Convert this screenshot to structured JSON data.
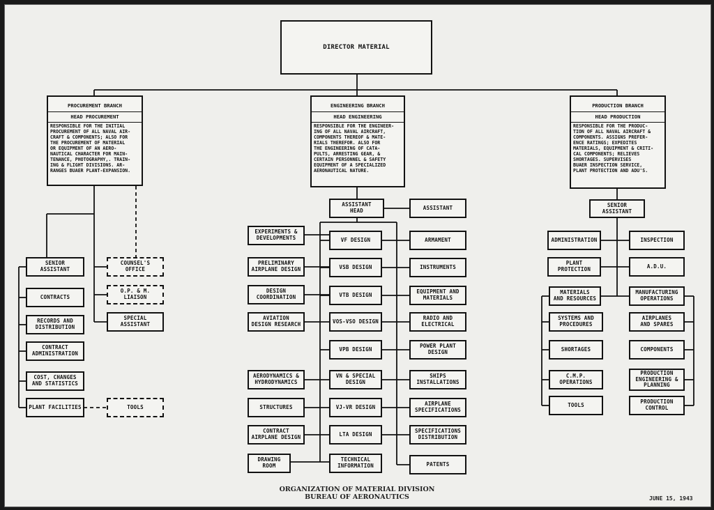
{
  "director": "DIRECTOR MATERIAL",
  "procurement": {
    "title": "PROCUREMENT BRANCH",
    "head": "HEAD PROCUREMENT",
    "description": "RESPONSIBLE FOR THE INITIAL\nPROCUREMENT OF ALL NAVAL AIR-\nCRAFT & COMPONENTS; ALSO FOR\nTHE PROCUREMENT OF MATERIAL\nOR EQUIPMENT OF AN AERO-\nNAUTICAL CHARACTER FOR MAIN-\nTENANCE, PHOTOGRAPHY,. TRAIN-\nING & FLIGHT DIVISIONS. AR-\nRANGES BUAER PLANT-EXPANSION.",
    "left_column": [
      "SENIOR\nASSISTANT",
      "CONTRACTS",
      "RECORDS AND\nDISTRIBUTION",
      "CONTRACT\nADMINISTRATION",
      "COST, CHANGES\nAND STATISTICS",
      "PLANT FACILITIES"
    ],
    "right_column": [
      "COUNSEL'S\nOFFICE",
      "O.P. & M.\nLIAISON",
      "SPECIAL\nASSISTANT"
    ],
    "tools": "TOOLS"
  },
  "engineering": {
    "title": "ENGINEERING BRANCH",
    "head": "HEAD ENGINEERING",
    "description": "RESPONSIBLE FOR THE ENGINEER-\nING OF ALL NAVAL AIRCRAFT,\nCOMPONENTS THEREOF & MATE-\nRIALS THEREFOR. ALSO FOR\nTHE ENGINEERING OF CATA-\nPULTS, ARRESTING GEAR, &\nCERTAIN PERSONNEL & SAFETY\nEQUIPMENT OF A SPECIALIZED\nAERONAUTICAL NATURE.",
    "assistant_head": "ASSISTANT\nHEAD",
    "assistant": "ASSISTANT",
    "left_column": [
      "EXPERIMENTS &\nDEVELOPMENTS",
      "PRELIMINARY\nAIRPLANE DESIGN",
      "DESIGN\nCOORDINATION",
      "AVIATION\nDESIGN RESEARCH",
      "AERODYNAMICS &\nHYDRODYNAMICS",
      "STRUCTURES",
      "CONTRACT\nAIRPLANE DESIGN",
      "DRAWING\nROOM"
    ],
    "center_column": [
      "VF DESIGN",
      "VSB DESIGN",
      "VTB DESIGN",
      "VOS-VSO DESIGN",
      "VPB DESIGN",
      "VN & SPECIAL\nDESIGN",
      "VJ-VR DESIGN",
      "LTA DESIGN",
      "TECHNICAL\nINFORMATION"
    ],
    "right_column": [
      "ARMAMENT",
      "INSTRUMENTS",
      "EQUIPMENT AND\nMATERIALS",
      "RADIO AND\nELECTRICAL",
      "POWER PLANT\nDESIGN",
      "SHIPS\nINSTALLATIONS",
      "AIRPLANE\nSPECIFICATIONS",
      "SPECIFICATIONS\nDISTRIBUTION",
      "PATENTS"
    ]
  },
  "production": {
    "title": "PRODUCTION BRANCH",
    "head": "HEAD PRODUCTION",
    "description": "RESPONSIBLE FOR THE PRODUC-\nTION OF ALL NAVAL AIRCRAFT &\nCOMPONENTS. ASSIGNS PREFER-\nENCE RATINGS; EXPEDITES\nMATERIALS, EQUIPMENT & CRITI-\nCAL COMPONENTS; RELIEVES\nSHORTAGES. SUPERVISES\nBUAER INSPECTION SERVICE,\nPLANT PROTECTION AND ADU'S.",
    "senior_assistant": "SENIOR\nASSISTANT",
    "administration": "ADMINISTRATION",
    "inspection": "INSPECTION",
    "plant_protection": "PLANT\nPROTECTION",
    "adu": "A.D.U.",
    "materials_resources": "MATERIALS\nAND RESOURCES",
    "manufacturing_operations": "MANUFACTURING\nOPERATIONS",
    "left_column": [
      "SYSTEMS AND\nPROCEDURES",
      "SHORTAGES",
      "C.M.P. OPERATIONS",
      "TOOLS"
    ],
    "right_column": [
      "AIRPLANES\nAND SPARES",
      "COMPONENTS",
      "PRODUCTION\nENGINEERING &\nPLANNING",
      "PRODUCTION\nCONTROL"
    ]
  },
  "caption": {
    "line1": "ORGANIZATION OF MATERIAL DIVISION",
    "line2": "BUREAU OF AERONAUTICS"
  },
  "date": "JUNE 15, 1943"
}
